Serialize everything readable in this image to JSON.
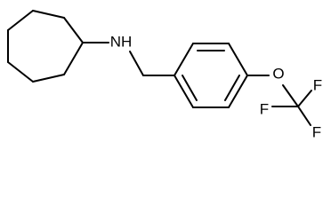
{
  "structure": {
    "atoms": {
      "amine": "NH",
      "ether_oxygen": "O",
      "fluorine_top": "F",
      "fluorine_left": "F",
      "fluorine_bottom": "F"
    },
    "bond_color": "#000000",
    "background": "#ffffff"
  }
}
